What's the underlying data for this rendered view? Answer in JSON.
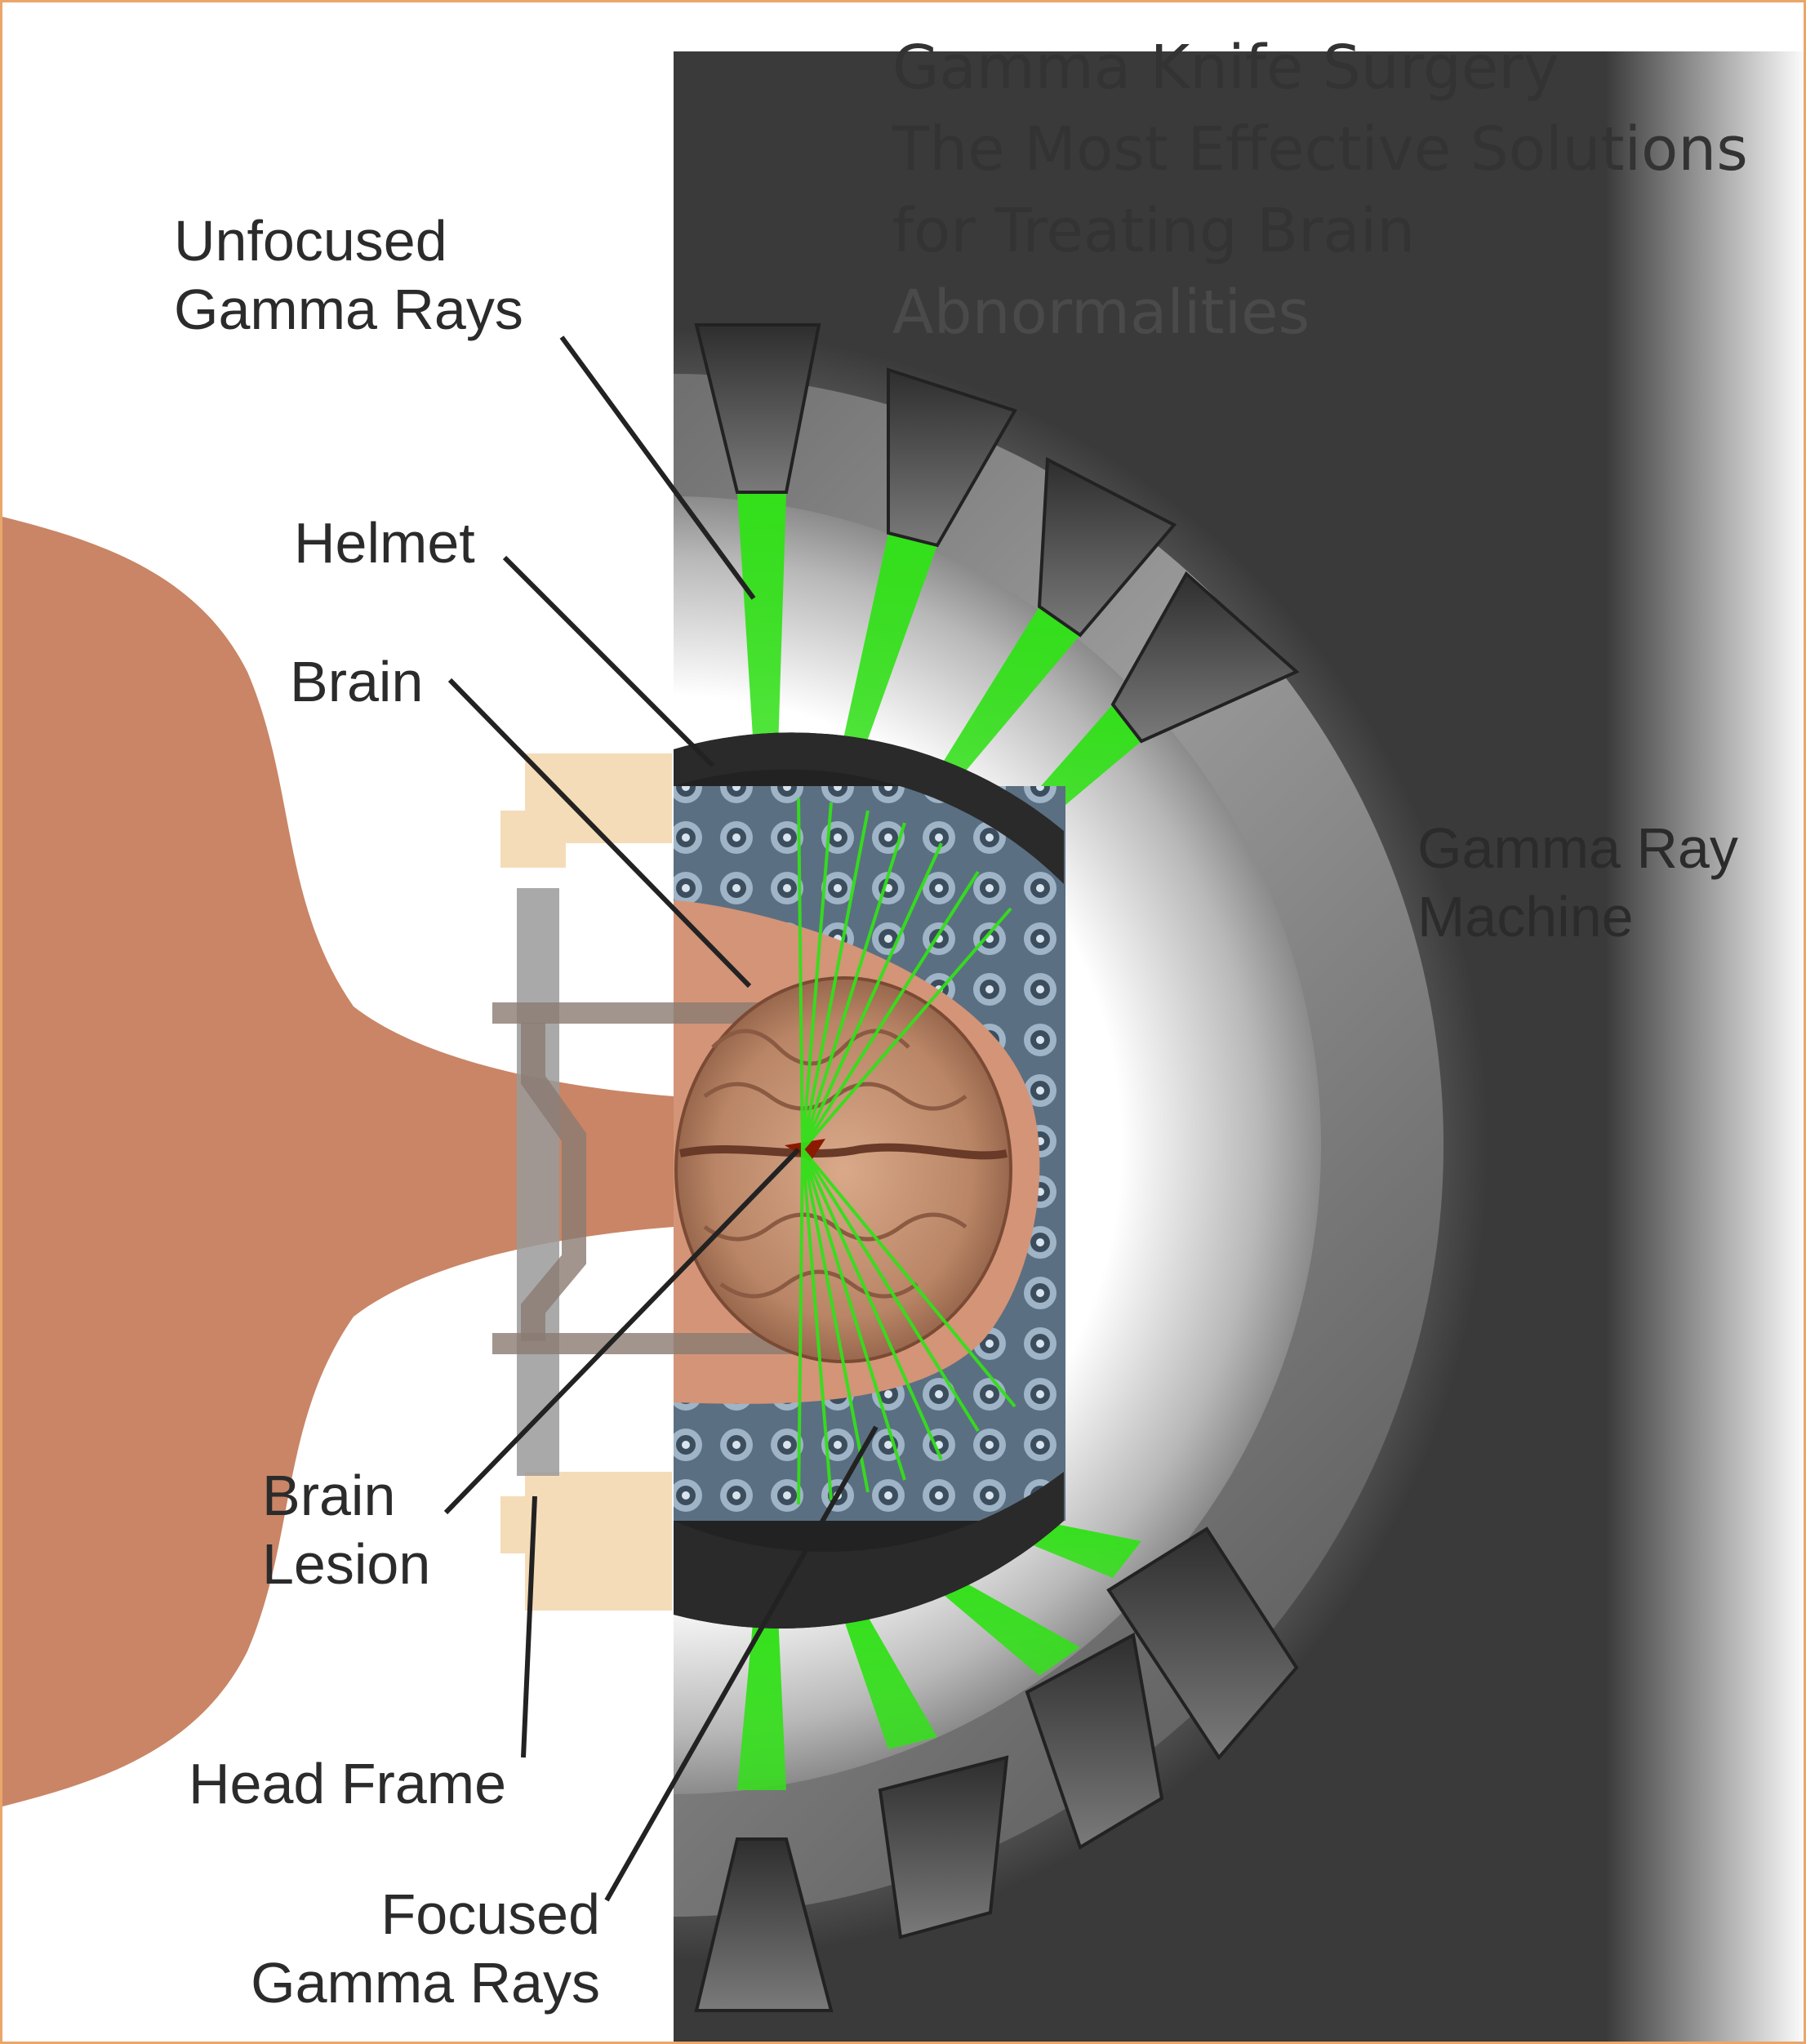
{
  "title": {
    "lines": [
      "Gamma Knife Surgery",
      "The Most Effective Solutions",
      "for Treating Brain",
      "Abnormalities"
    ]
  },
  "labels": {
    "unfocused": [
      "Unfocused",
      "Gamma Rays"
    ],
    "helmet": [
      "Helmet"
    ],
    "brain": [
      "Brain"
    ],
    "machine": [
      "Gamma Ray",
      "Machine"
    ],
    "lesion": [
      "Brain",
      "Lesion"
    ],
    "head_frame": [
      "Head Frame"
    ],
    "focused": [
      "Focused",
      "Gamma Rays"
    ]
  },
  "colors": {
    "border": "#e8a66a",
    "skin": "#c98566",
    "frame_pad": "#f5dcb8",
    "ray_green": "#33e01a",
    "machine_dark": "#3a3a3a",
    "helmet_dark": "#2a2a2a",
    "lesion": "#8b1a00"
  }
}
